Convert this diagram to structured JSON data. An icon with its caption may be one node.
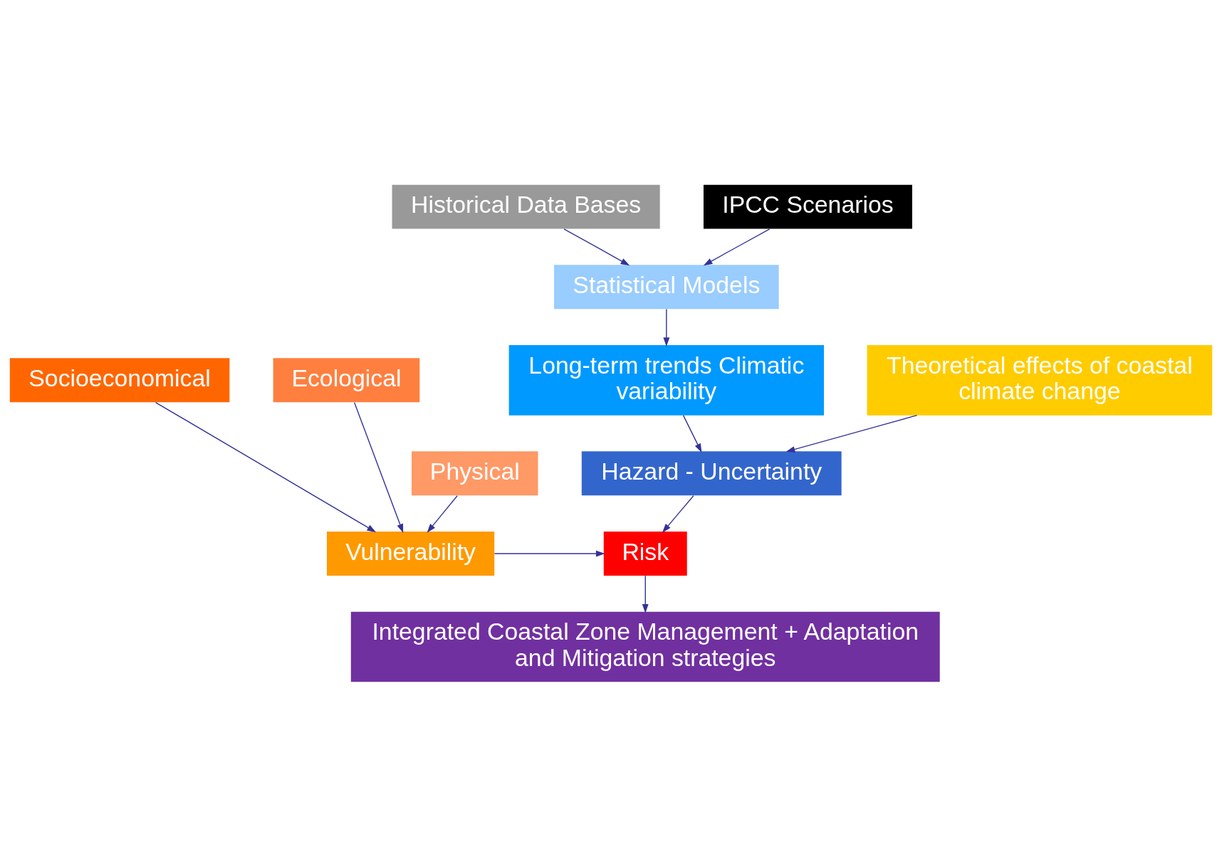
{
  "diagram": {
    "nodes": [
      {
        "text": [
          "Historical Data Bases"
        ]
      },
      {
        "text": [
          "IPCC Scenarios"
        ]
      },
      {
        "text": [
          "Statistical Models"
        ]
      },
      {
        "text": [
          "Long-term trends Climatic variability"
        ]
      },
      {
        "text": [
          "Socioeconomical"
        ]
      },
      {
        "text": [
          "Ecological"
        ]
      },
      {
        "text": [
          "Physical"
        ]
      },
      {
        "text": [
          "Theoretical effects of coastal climate change"
        ]
      },
      {
        "text": [
          "Hazard - Uncertainty"
        ]
      },
      {
        "text": [
          "Vulnerability"
        ]
      },
      {
        "text": [
          "Risk"
        ]
      },
      {
        "text": [
          "Integrated Coastal Zone Management + Adaptation and Mitigation strategies"
        ]
      }
    ],
    "edges": [
      {
        "from": 0,
        "to": 2,
        "arrow": "to"
      },
      {
        "from": 1,
        "to": 2,
        "arrow": "to"
      },
      {
        "from": 2,
        "to": 3,
        "arrow": "to"
      },
      {
        "from": 3,
        "to": 8,
        "arrow": "to"
      },
      {
        "from": 7,
        "to": 8,
        "arrow": "to"
      },
      {
        "from": 6,
        "to": 9,
        "arrow": "to"
      },
      {
        "from": 5,
        "to": 9,
        "arrow": "to"
      },
      {
        "from": 4,
        "to": 9,
        "arrow": "to"
      },
      {
        "from": 8,
        "to": 10,
        "arrow": "to"
      },
      {
        "from": 9,
        "to": 10,
        "arrow": "to"
      },
      {
        "from": 10,
        "to": 11,
        "arrow": "to"
      }
    ]
  }
}
